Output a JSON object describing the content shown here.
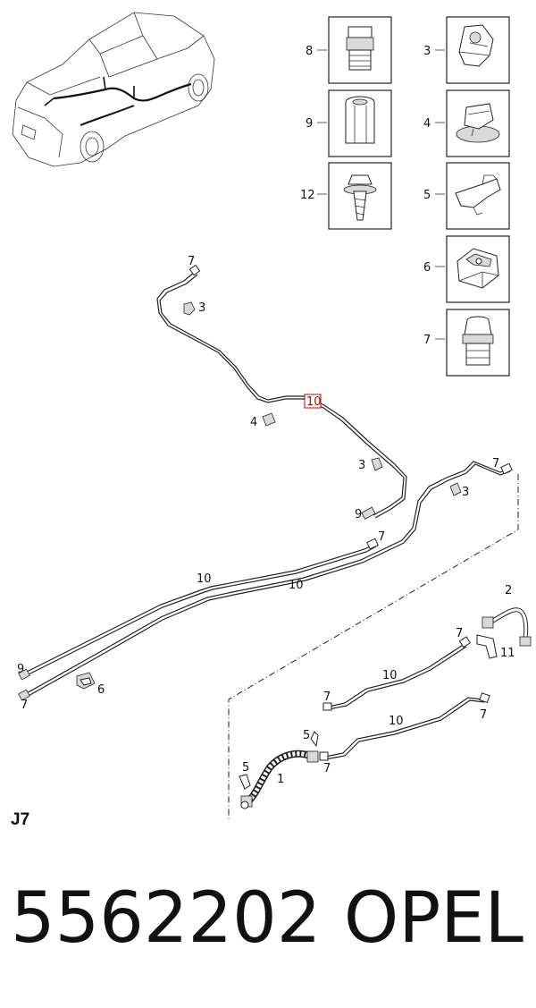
{
  "section_code": "J7",
  "part_number": "5562202",
  "brand": "OPEL",
  "highlight_color": "#cc0000",
  "legend": [
    {
      "num": "8",
      "icon": "union-nut-icon"
    },
    {
      "num": "9",
      "icon": "hex-nut-icon"
    },
    {
      "num": "12",
      "icon": "bolt-icon"
    },
    {
      "num": "3",
      "icon": "pipe-clip-icon"
    },
    {
      "num": "4",
      "icon": "grommet-clip-icon"
    },
    {
      "num": "5",
      "icon": "bracket-icon"
    },
    {
      "num": "6",
      "icon": "double-clip-icon"
    },
    {
      "num": "7",
      "icon": "union-fitting-icon"
    }
  ],
  "callouts": {
    "c7_top": "7",
    "c3_top": "3",
    "c10_highlight": "10",
    "c4_mid": "4",
    "c3_mid": "3",
    "c9_mid": "9",
    "c7_right": "7",
    "c3_right": "3",
    "c7_center": "7",
    "c10_long_a": "10",
    "c10_long_b": "10",
    "c9_left": "9",
    "c7_left": "7",
    "c6_left": "6",
    "c2_hose": "2",
    "c7_lower_a": "7",
    "c11": "11",
    "c10_lower_a": "10",
    "c7_lower_b": "7",
    "c10_lower_b": "10",
    "c7_lower_c": "7",
    "c5_lower_a": "5",
    "c7_lower_d": "7",
    "c5_lower_b": "5",
    "c1_hose": "1"
  }
}
